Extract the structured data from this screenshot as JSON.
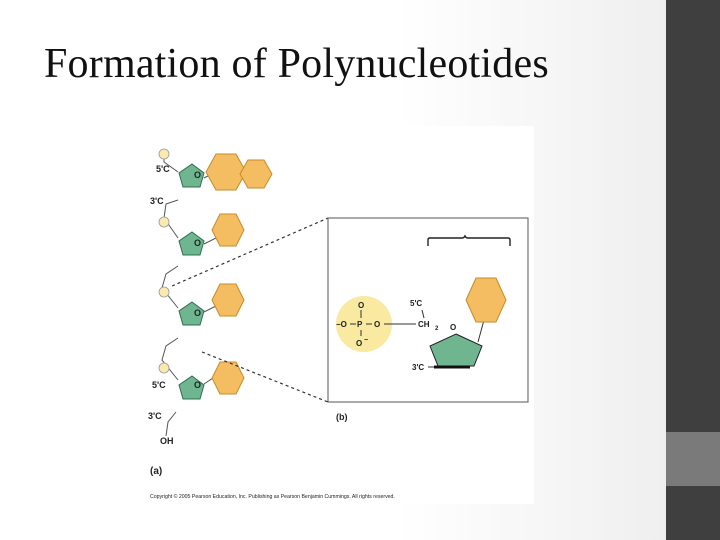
{
  "slide": {
    "title": "Formation of Polynucleotides"
  },
  "figure": {
    "label_5prime": "5'C",
    "label_3prime": "3'C",
    "label_O": "O",
    "label_OH": "OH",
    "label_a": "(a)",
    "label_b": "(b)",
    "inset": {
      "label_5C": "5'C",
      "label_3C": "3'C",
      "label_CH": "CH",
      "label_sub2": "2",
      "label_O": "O",
      "label_P": "P",
      "label_minusO": "−O",
      "label_Ominus": "O",
      "label_minus": "−"
    },
    "copyright": "Copyright © 2005 Pearson Education, Inc. Publishing as Pearson Benjamin Cummings. All rights reserved."
  },
  "colors": {
    "sugar": "#6fb58f",
    "base": "#f4bd62",
    "phosphate": "#fae9a0",
    "phosphate_dot": "#faeab0"
  }
}
